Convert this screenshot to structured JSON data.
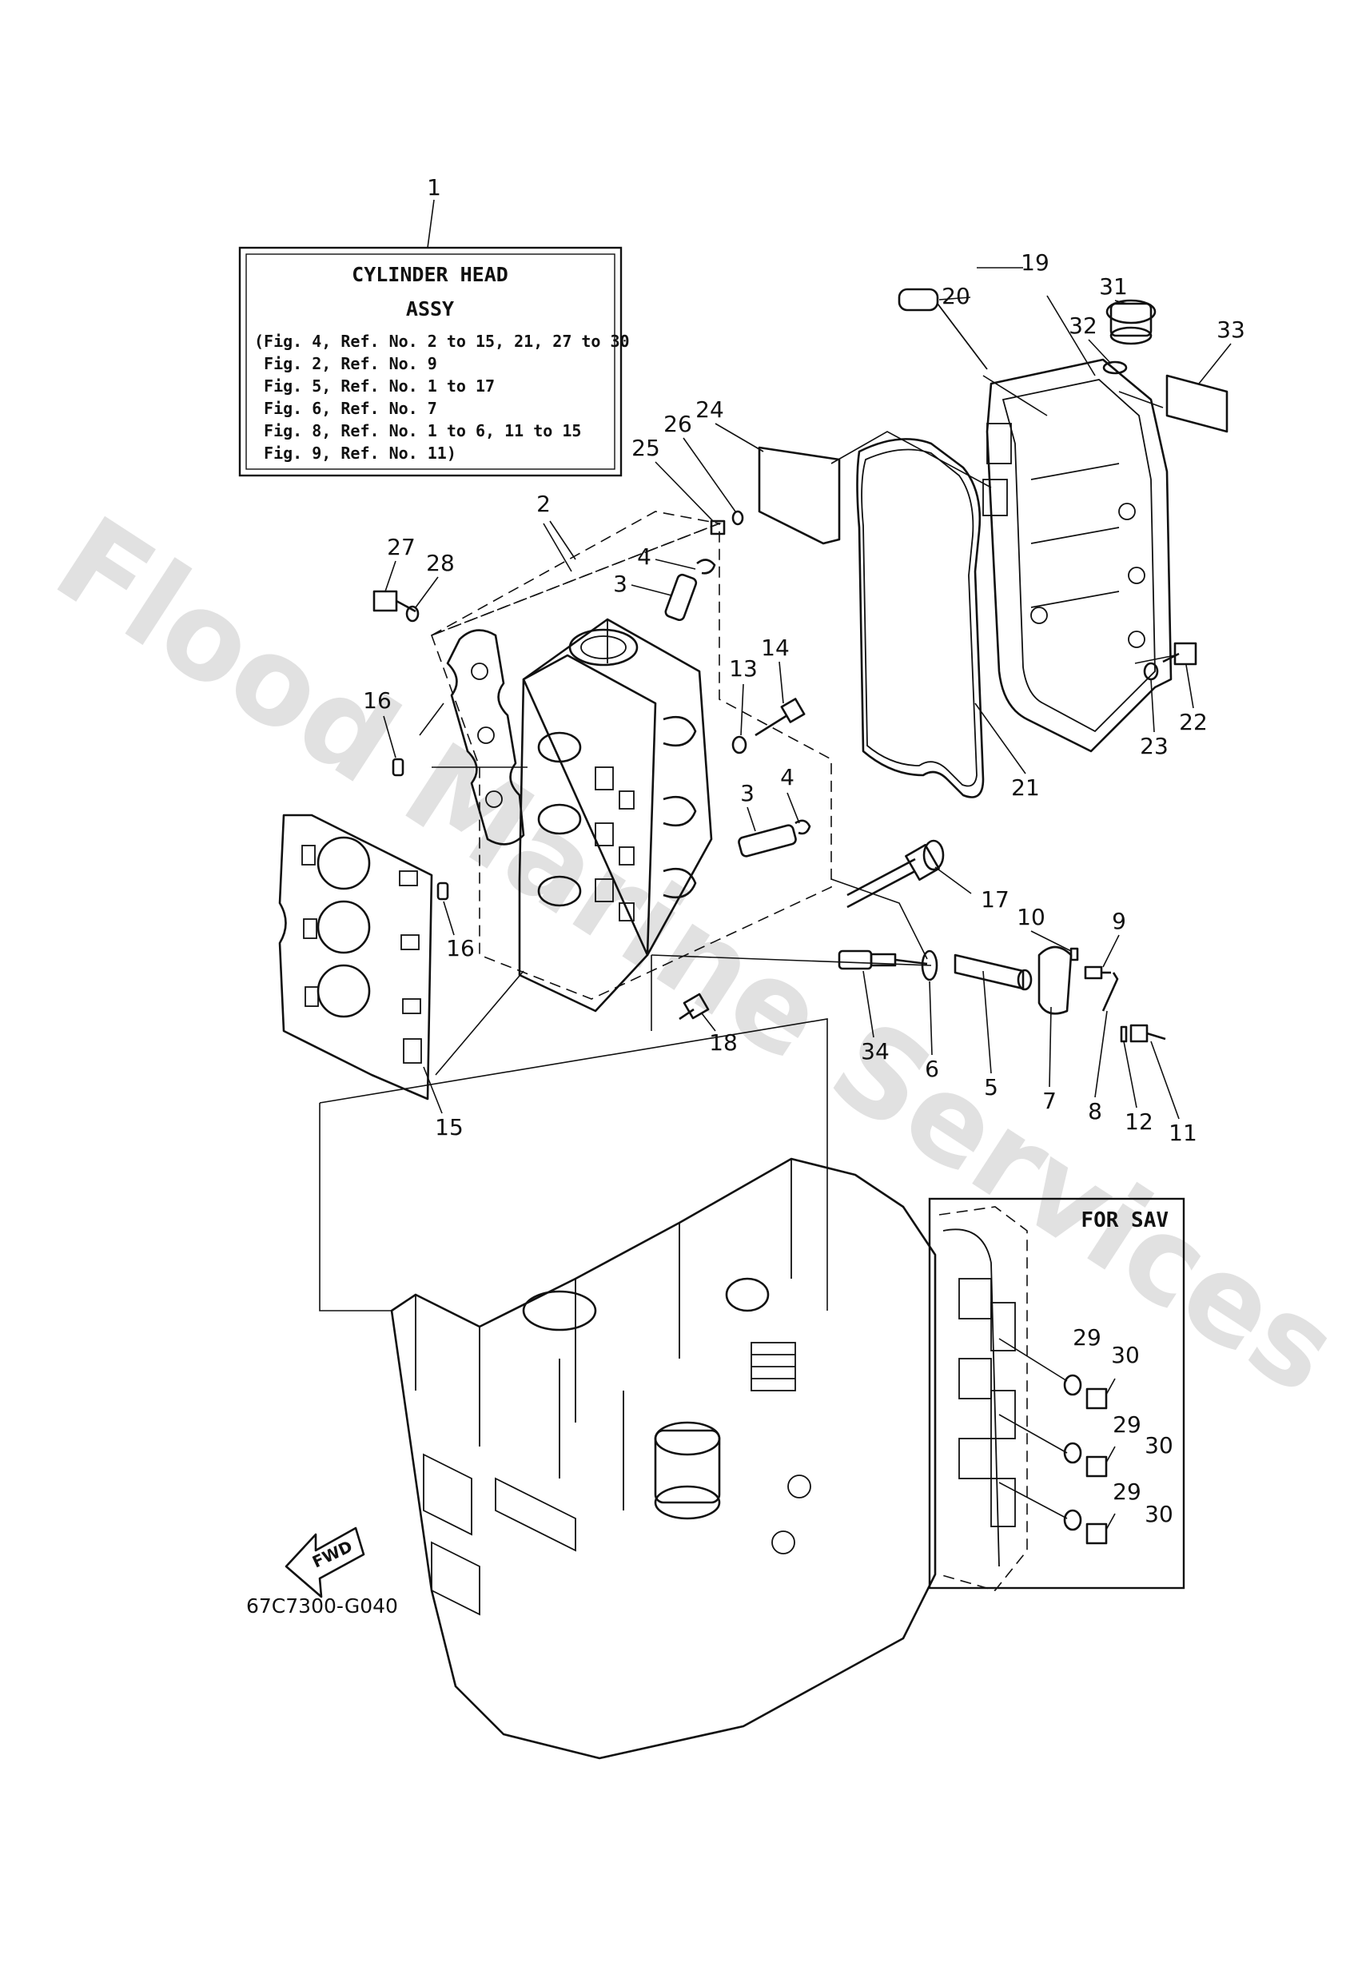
{
  "assy_box": {
    "title": "CYLINDER HEAD",
    "subtitle": "ASSY",
    "lines": [
      "(Fig. 4, Ref. No. 2 to 15, 21, 27 to 30",
      " Fig. 2, Ref. No. 9",
      " Fig. 5, Ref. No. 1 to 17",
      " Fig. 6, Ref. No. 7",
      " Fig. 8, Ref. No. 1 to 6, 11 to 15",
      " Fig. 9, Ref. No. 11)"
    ]
  },
  "inset": {
    "title": "FOR SAV"
  },
  "fwd_label": "FWD",
  "diagram_code": "67C7300-G040",
  "watermark": "Flood Marine Services",
  "callouts": {
    "c1": "1",
    "c2": "2",
    "c3a": "3",
    "c3b": "3",
    "c4a": "4",
    "c4b": "4",
    "c5": "5",
    "c6": "6",
    "c7": "7",
    "c8": "8",
    "c9": "9",
    "c10": "10",
    "c11": "11",
    "c12": "12",
    "c13": "13",
    "c14": "14",
    "c15": "15",
    "c16a": "16",
    "c16b": "16",
    "c17": "17",
    "c18": "18",
    "c19": "19",
    "c20": "20",
    "c21": "21",
    "c22": "22",
    "c23": "23",
    "c24": "24",
    "c25": "25",
    "c26": "26",
    "c27": "27",
    "c28": "28",
    "c29a": "29",
    "c29b": "29",
    "c29c": "29",
    "c30a": "30",
    "c30b": "30",
    "c30c": "30",
    "c31": "31",
    "c32": "32",
    "c33": "33",
    "c34": "34"
  }
}
